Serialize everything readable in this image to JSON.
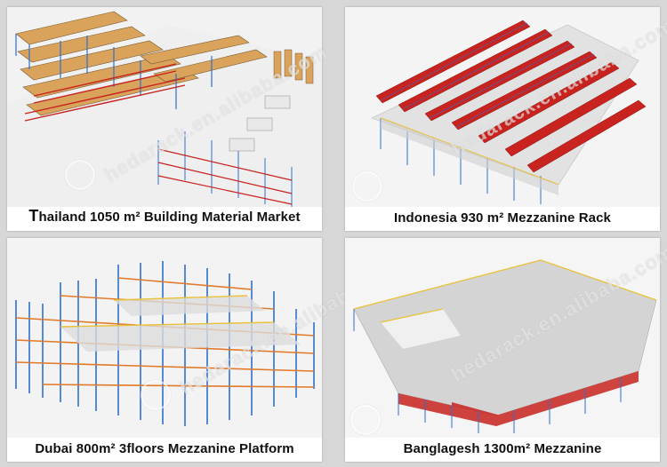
{
  "panels": [
    {
      "caption_first": "T",
      "caption_rest": "hailand 1050 m² Building Material Market"
    },
    {
      "caption": "Indonesia 930 m² Mezzanine Rack"
    },
    {
      "caption": "Dubai 800m² 3floors Mezzanine Platform"
    },
    {
      "caption": "Banglagesh 1300m² Mezzanine"
    }
  ],
  "watermark": "hedarack.en.alibaba.com",
  "colors": {
    "beam_red": "#c8231e",
    "upright_blue": "#2f6fd0",
    "deck_gray": "#d9d9d9",
    "rail_yellow": "#e8c23a",
    "wood": "#d9a35c"
  }
}
